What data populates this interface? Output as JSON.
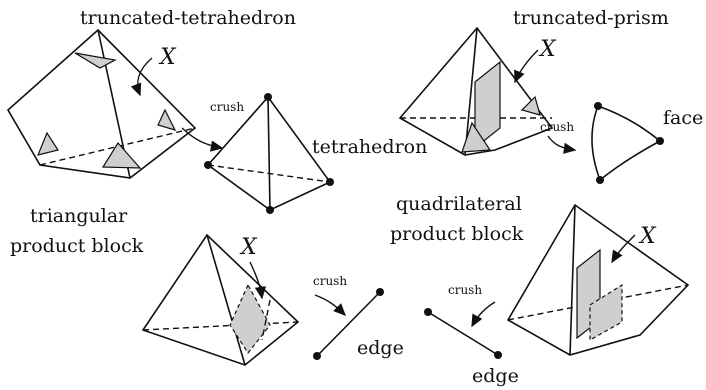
{
  "labels": {
    "truncated_tetrahedron": "truncated-tetrahedron",
    "truncated_prism": "truncated-prism",
    "tetrahedron": "tetrahedron",
    "face": "face",
    "triangular_block_line1": "triangular",
    "triangular_block_line2": "product block",
    "quadrilateral_block_line1": "quadrilateral",
    "quadrilateral_block_line2": "product block",
    "edge_left": "edge",
    "edge_right": "edge",
    "crush_1": "crush",
    "crush_2": "crush",
    "crush_3": "crush",
    "crush_4": "crush",
    "x_1": "X",
    "x_2": "X",
    "x_3": "X",
    "x_4": "X"
  },
  "colors": {
    "stroke": "#111111",
    "shade": "#cfcfcf",
    "background": "#ffffff"
  }
}
